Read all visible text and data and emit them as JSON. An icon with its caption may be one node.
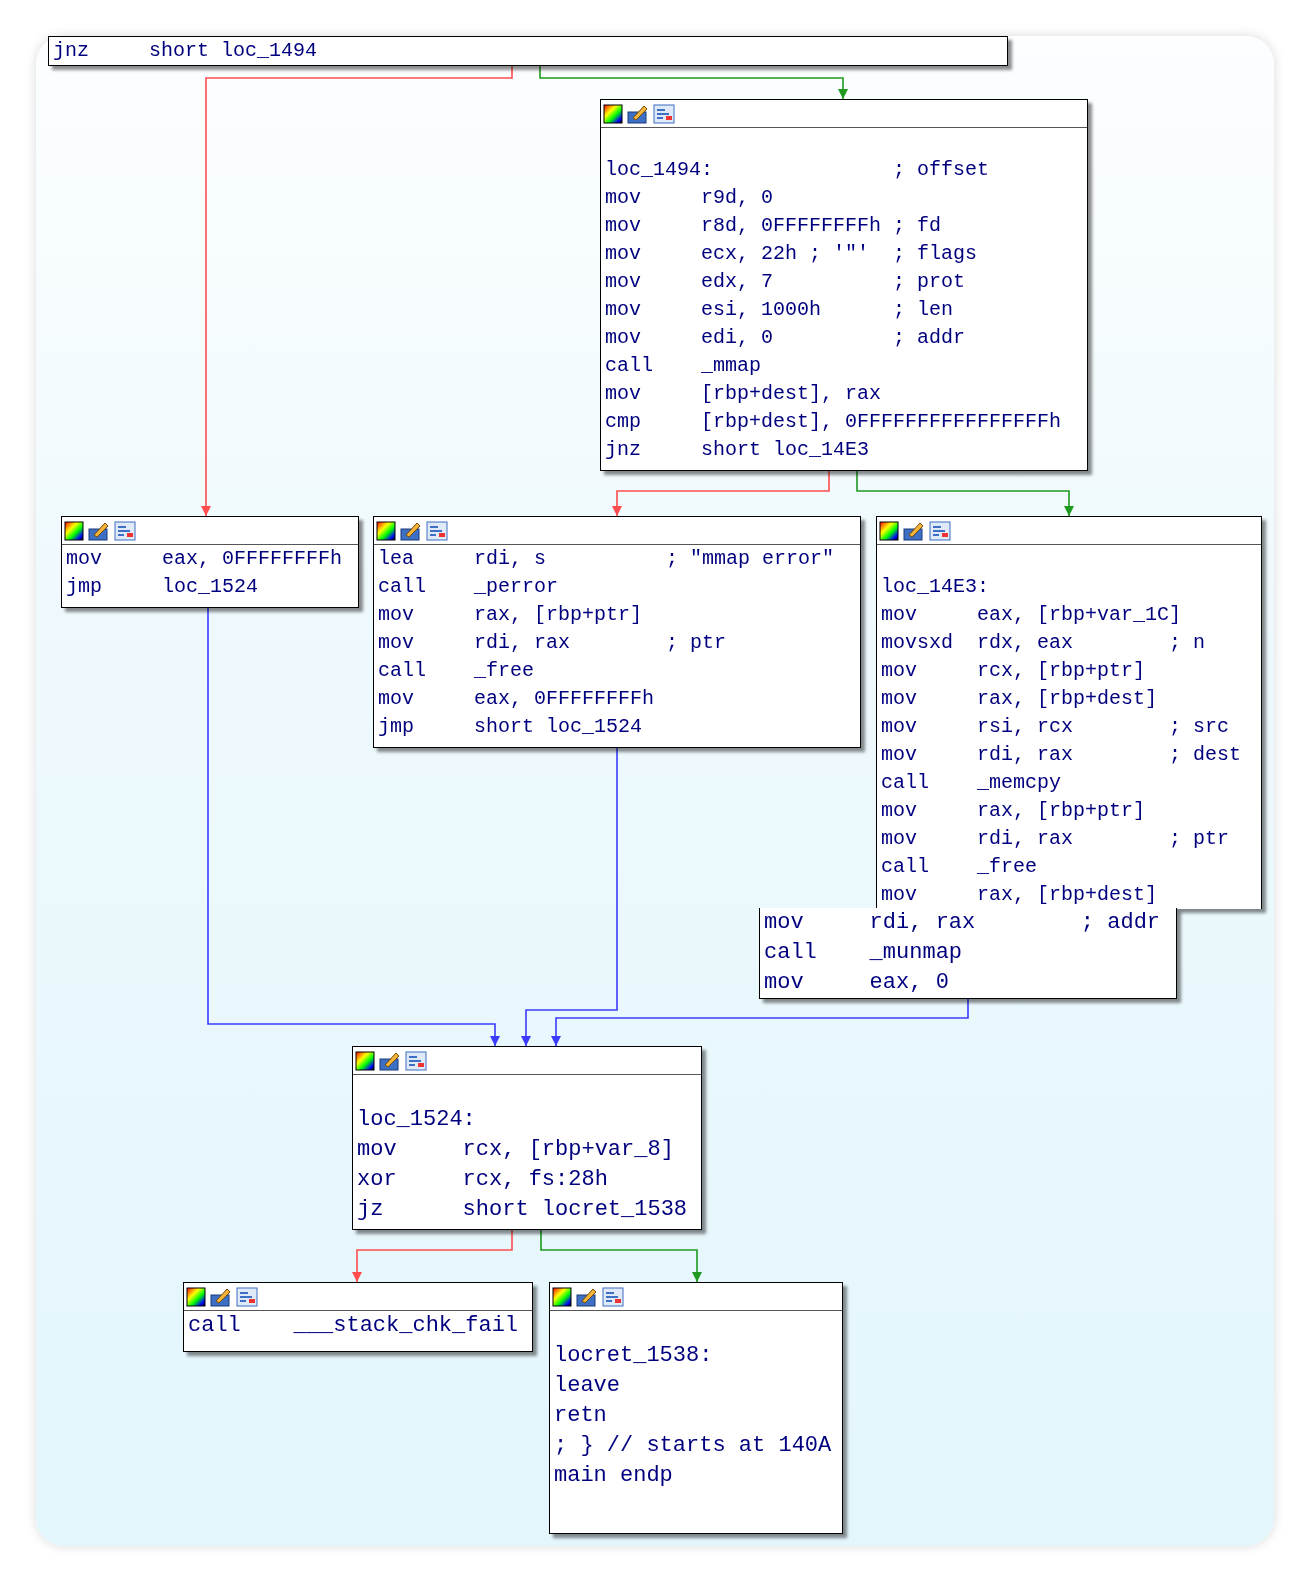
{
  "diagram": {
    "nodes": [
      {
        "text": [
          "jnz     short loc_1494"
        ]
      },
      {
        "text": [
          "loc_1494:               ; offset",
          "mov     r9d, 0",
          "mov     r8d, 0FFFFFFFFh ; fd",
          "mov     ecx, 22h ; '\"'  ; flags",
          "mov     edx, 7          ; prot",
          "mov     esi, 1000h      ; len",
          "mov     edi, 0          ; addr",
          "call    _mmap",
          "mov     [rbp+dest], rax",
          "cmp     [rbp+dest], 0FFFFFFFFFFFFFFFFh",
          "jnz     short loc_14E3"
        ]
      },
      {
        "text": [
          "mov     eax, 0FFFFFFFFh",
          "jmp     loc_1524"
        ]
      },
      {
        "text": [
          "lea     rdi, s          ; \"mmap error\"",
          "call    _perror",
          "mov     rax, [rbp+ptr]",
          "mov     rdi, rax        ; ptr",
          "call    _free",
          "mov     eax, 0FFFFFFFFh",
          "jmp     short loc_1524"
        ]
      },
      {
        "text": [
          "loc_14E3:",
          "mov     eax, [rbp+var_1C]",
          "movsxd  rdx, eax        ; n",
          "mov     rcx, [rbp+ptr]",
          "mov     rax, [rbp+dest]",
          "mov     rsi, rcx        ; src",
          "mov     rdi, rax        ; dest",
          "call    _memcpy",
          "mov     rax, [rbp+ptr]",
          "mov     rdi, rax        ; ptr",
          "call    _free",
          "mov     rax, [rbp+dest]"
        ]
      },
      {
        "text": [
          "mov     rdi, rax        ; addr",
          "call    _munmap",
          "mov     eax, 0"
        ]
      },
      {
        "text": [
          "loc_1524:",
          "mov     rcx, [rbp+var_8]",
          "xor     rcx, fs:28h",
          "jz      short locret_1538"
        ]
      },
      {
        "text": [
          "call    ___stack_chk_fail"
        ]
      },
      {
        "text": [
          "locret_1538:",
          "leave",
          "retn",
          "; } // starts at 140A",
          "main endp"
        ]
      }
    ],
    "edges": [
      {
        "from": 0,
        "to": 2,
        "arrow": "to",
        "color": "#ff4d4d"
      },
      {
        "from": 0,
        "to": 1,
        "arrow": "to",
        "color": "#1f9a1f"
      },
      {
        "from": 1,
        "to": 3,
        "arrow": "to",
        "color": "#ff4d4d"
      },
      {
        "from": 1,
        "to": 4,
        "arrow": "to",
        "color": "#1f9a1f"
      },
      {
        "from": 2,
        "to": 6,
        "arrow": "to",
        "color": "#3b3bff"
      },
      {
        "from": 3,
        "to": 6,
        "arrow": "to",
        "color": "#3b3bff"
      },
      {
        "from": 5,
        "to": 6,
        "arrow": "to",
        "color": "#3b3bff"
      },
      {
        "from": 6,
        "to": 7,
        "arrow": "to",
        "color": "#ff4d4d"
      },
      {
        "from": 6,
        "to": 8,
        "arrow": "to",
        "color": "#1f9a1f"
      }
    ]
  }
}
